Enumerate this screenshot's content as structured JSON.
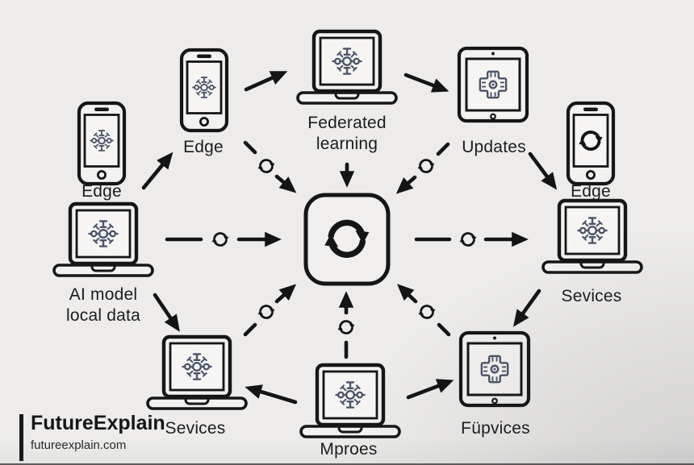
{
  "page": {
    "type": "federated-learning-infographic",
    "bg": "#edecea"
  },
  "colors": {
    "stroke": "#161616",
    "icon_accent": "#4a5468",
    "text": "#1c1c1c"
  },
  "icons": {
    "network-nodes-icon": "hub circle with connected node spokes",
    "chip-icon": "processor chip with center dot",
    "sync-icon": "two circular refresh arrows"
  },
  "nodes": {
    "phone_left": {
      "label": "Edge"
    },
    "phone_top": {
      "label": "Edge"
    },
    "laptop_top": {
      "label1": "Federated",
      "label2": "learning"
    },
    "tablet_top_right": {
      "label": "Updates"
    },
    "phone_right": {
      "label": "Edge"
    },
    "laptop_left": {
      "label1": "AI model",
      "label2": "local data"
    },
    "laptop_right": {
      "label": "Sevices"
    },
    "laptop_bottom_left": {
      "label": "Sevices"
    },
    "laptop_bottom": {
      "label": "Mproes"
    },
    "tablet_bottom_right": {
      "label": "Füpvices"
    }
  },
  "branding": {
    "name": "FutureExplain",
    "site": "futureexplain.com"
  }
}
